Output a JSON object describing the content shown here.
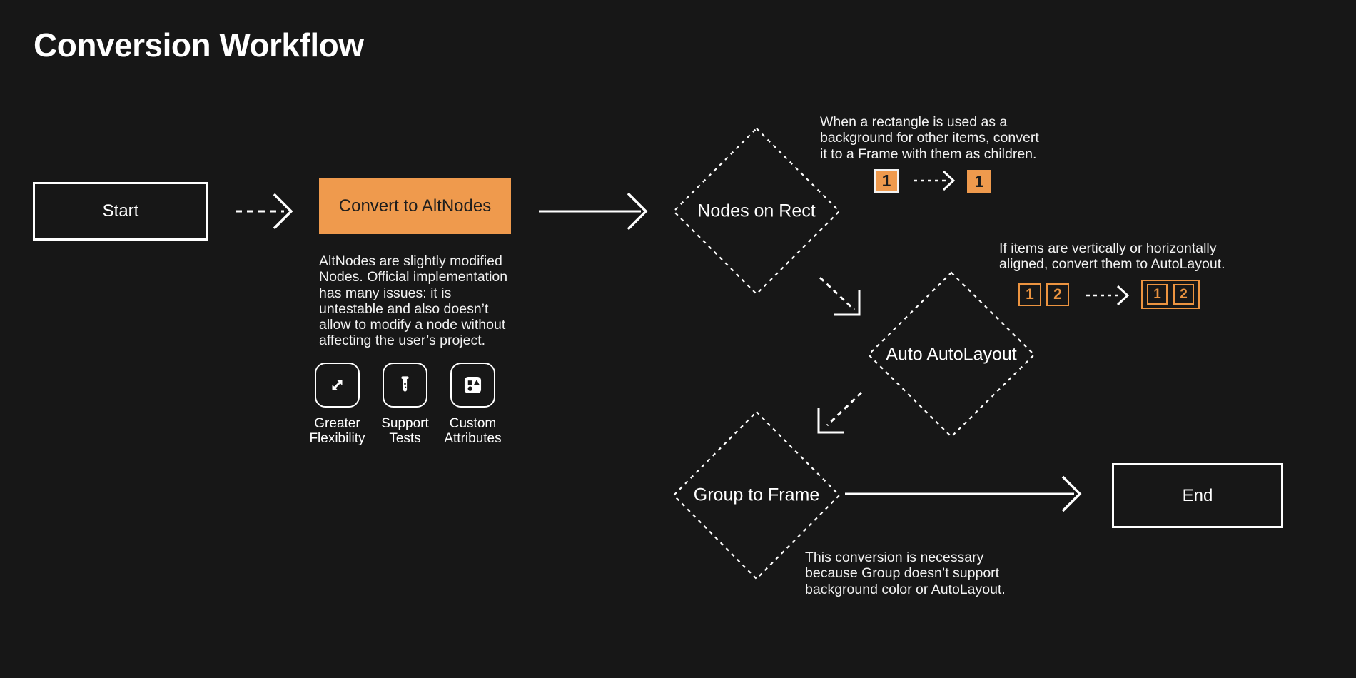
{
  "title": "Conversion Workflow",
  "colors": {
    "background": "#171717",
    "accent_fill": "#EF9A4D",
    "accent_outline": "#EC9440",
    "line": "#FFFFFF",
    "dark_text": "#1D1D1D"
  },
  "nodes": {
    "start": {
      "label": "Start"
    },
    "convert": {
      "label": "Convert to AltNodes",
      "description": "AltNodes are slightly modified\nNodes. Official implementation\nhas many issues: it is\nuntestable and also doesn’t\nallow to modify a node without\naffecting the user’s project."
    },
    "nodes_on_rect": {
      "label": "Nodes on Rect"
    },
    "auto_autolayout": {
      "label": "Auto AutoLayout"
    },
    "group_to_frame": {
      "label": "Group to Frame"
    },
    "end": {
      "label": "End"
    }
  },
  "features": [
    {
      "icon": "expand-diagonal-icon",
      "label": "Greater\nFlexibility"
    },
    {
      "icon": "test-tube-icon",
      "label": "Support\nTests"
    },
    {
      "icon": "shapes-icon",
      "label": "Custom\nAttributes"
    }
  ],
  "notes": {
    "rect_to_frame": "When a rectangle is used as a\nbackground for other items, convert\nit to a Frame with them as children.",
    "autolayout": "If items are vertically or horizontally\naligned, convert them to AutoLayout.",
    "group_to_frame": "This conversion is necessary\nbecause Group doesn’t support\nbackground color or AutoLayout."
  },
  "mini_rect": {
    "before": "1",
    "after": "1"
  },
  "mini_autolayout": {
    "before": [
      "1",
      "2"
    ],
    "after": [
      "1",
      "2"
    ]
  }
}
